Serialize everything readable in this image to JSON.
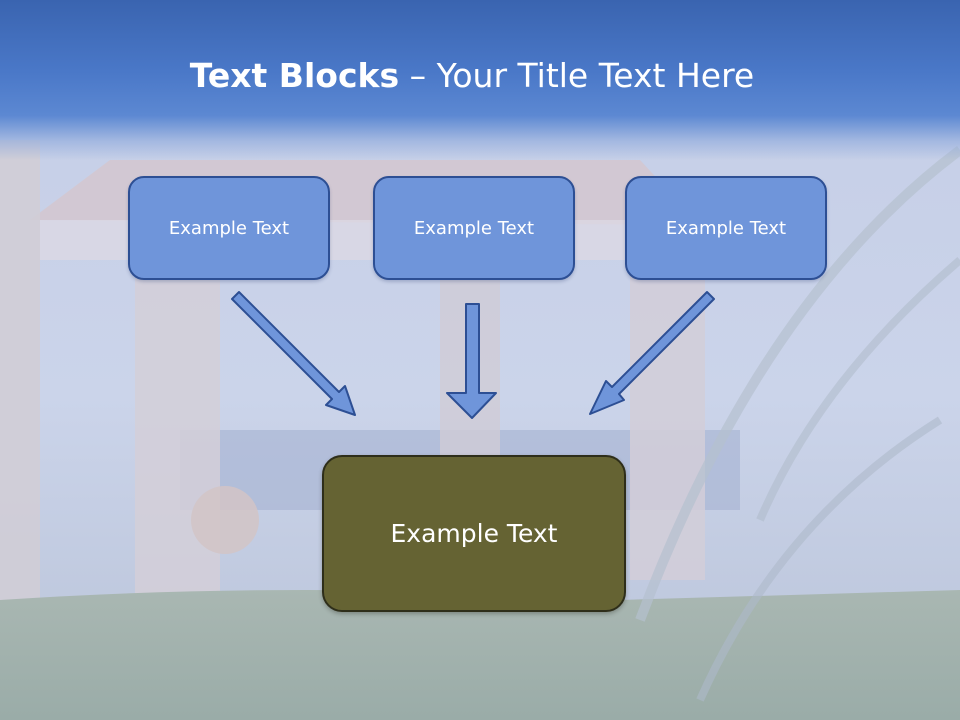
{
  "slide": {
    "title_bold": "Text Blocks",
    "title_sep": " – ",
    "title_rest": "Your Title Text Here",
    "blocks": [
      {
        "label": "Example Text"
      },
      {
        "label": "Example Text"
      },
      {
        "label": "Example Text"
      }
    ],
    "result_block": {
      "label": "Example Text"
    }
  },
  "colors": {
    "header_blue": "#4a78c8",
    "small_box_fill": "#6f95da",
    "small_box_border": "#2d4f94",
    "large_box_fill": "#656333",
    "arrow_fill": "#6f95da"
  }
}
